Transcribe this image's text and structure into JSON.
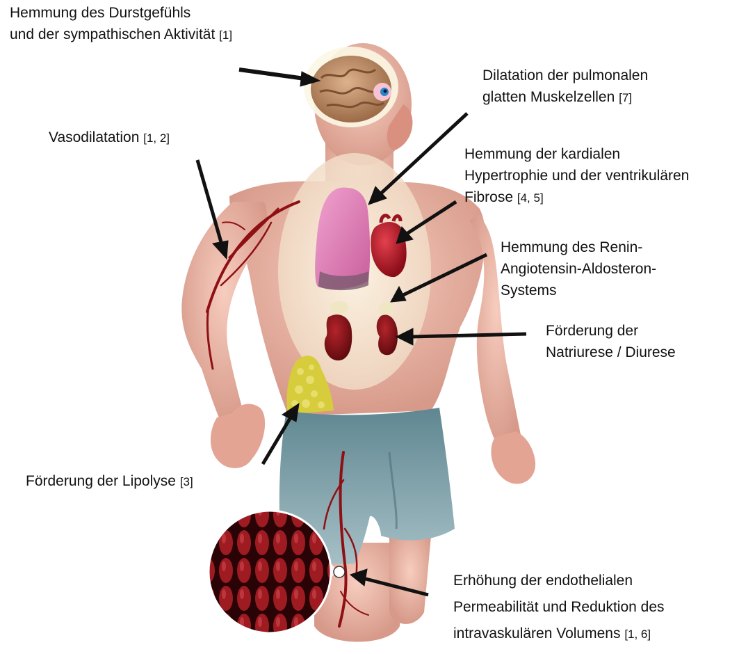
{
  "labels": {
    "brain": {
      "lines": [
        "Hemmung des Durstgefühls",
        "und der sympathischen Aktivität"
      ],
      "ref": "[1]"
    },
    "lung": {
      "lines": [
        "Dilatation der pulmonalen",
        "glatten Muskelzellen"
      ],
      "ref": "[7]"
    },
    "vessels": {
      "lines": [
        "Vasodilatation"
      ],
      "ref": "[1, 2]"
    },
    "heart": {
      "lines": [
        "Hemmung der kardialen",
        "Hypertrophie und der ventrikulären",
        "Fibrose"
      ],
      "ref": "[4, 5]"
    },
    "adrenal": {
      "lines": [
        "Hemmung des Renin-",
        "Angiotensin-Aldosteron-",
        "Systems"
      ],
      "ref": ""
    },
    "kidney": {
      "lines": [
        "Förderung der",
        "Natriurese / Diurese"
      ],
      "ref": ""
    },
    "fat": {
      "lines": [
        "Förderung der Lipolyse"
      ],
      "ref": "[3]"
    },
    "endothelium": {
      "lines": [
        "Erhöhung der endothelialen",
        "Permeabilität und Reduktion des",
        "intravaskulären Volumens"
      ],
      "ref": "[1, 6]"
    }
  },
  "colors": {
    "skin": "#f0b8a8",
    "skin_shadow": "#c98a7c",
    "glow": "#f6f3d6",
    "brain": "#c49570",
    "lung": "#e27fb8",
    "heart": "#c0172a",
    "kidney": "#8c1418",
    "adrenal": "#efe6c4",
    "fat": "#d9cf48",
    "vessel": "#8e1014",
    "shorts": "#7d9ea8",
    "arrow": "#111111"
  },
  "icons": {
    "figure": "human-body-illustration",
    "organs": [
      "brain-icon",
      "eye-icon",
      "lung-icon",
      "heart-icon",
      "kidney-icon",
      "adrenal-gland-icon",
      "fat-tissue-icon",
      "blood-vessel-icon",
      "endothelium-magnifier-icon"
    ]
  }
}
